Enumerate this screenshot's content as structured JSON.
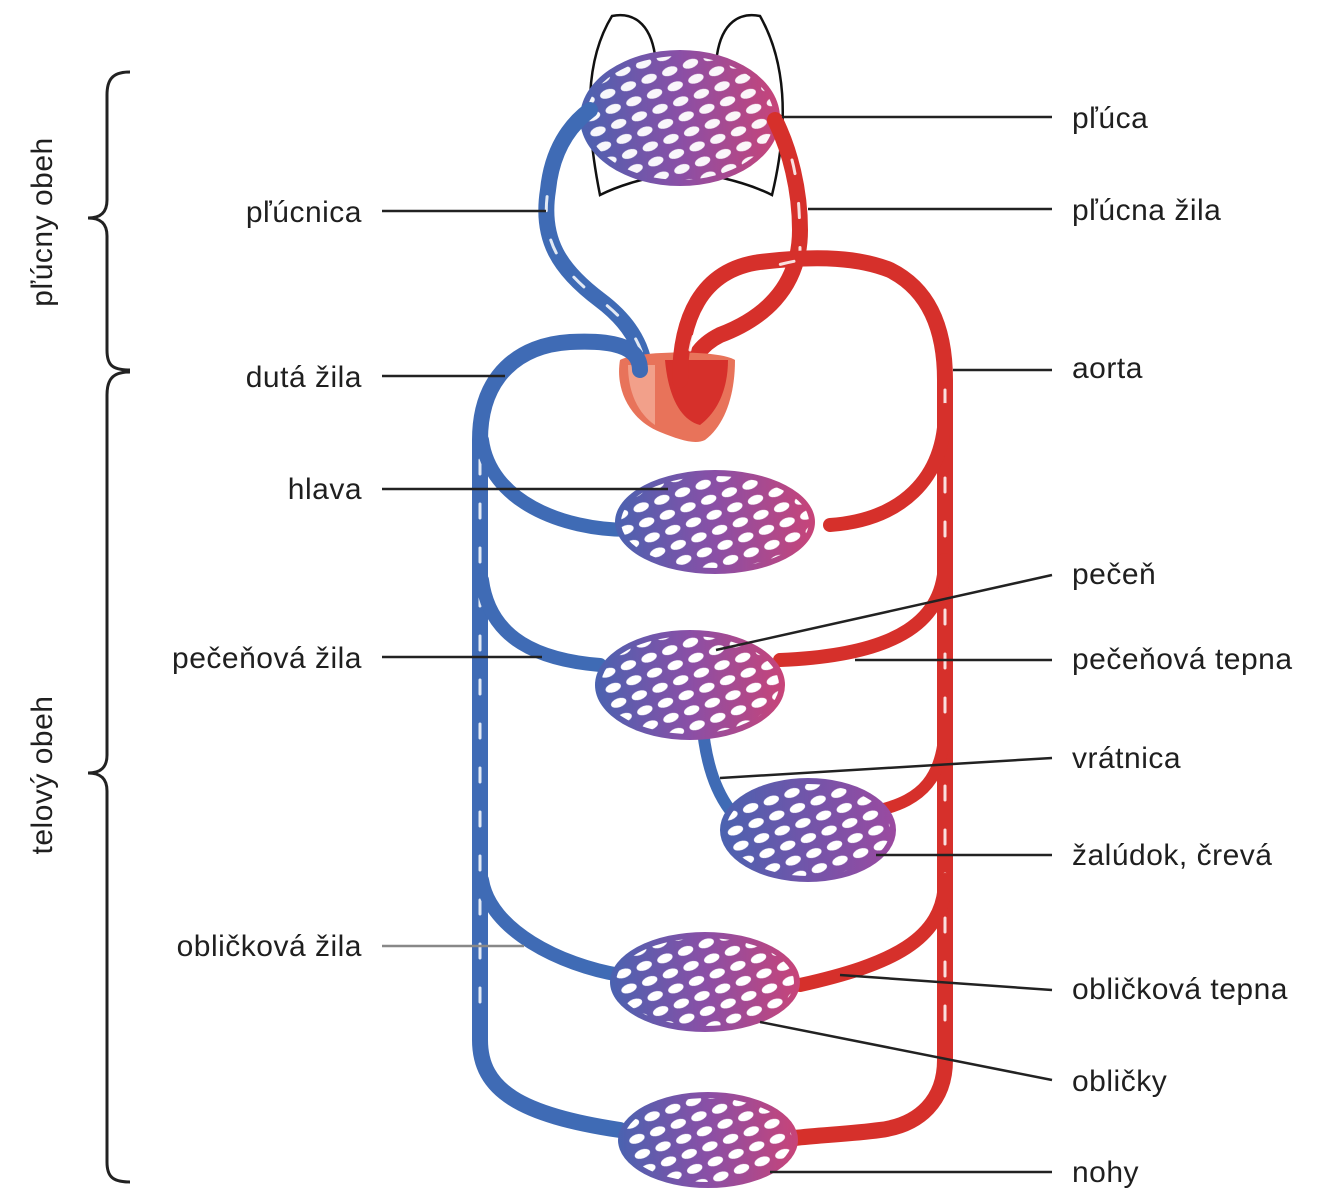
{
  "groups": {
    "pulmonary": "pľúcny obeh",
    "systemic": "telový obeh"
  },
  "labels_left": {
    "pulmonary_artery": "pľúcnica",
    "vena_cava": "dutá žila",
    "head": "hlava",
    "hepatic_vein": "pečeňová žila",
    "renal_vein": "obličková žila"
  },
  "labels_right": {
    "lungs": "pľúca",
    "pulmonary_vein": "pľúcna žila",
    "aorta": "aorta",
    "liver": "pečeň",
    "hepatic_artery": "pečeňová tepna",
    "portal_vein": "vrátnica",
    "stomach_intestines": "žalúdok, črevá",
    "renal_artery": "obličková tepna",
    "kidneys": "obličky",
    "legs": "nohy"
  },
  "colors": {
    "vein": "#3f6bb5",
    "artery": "#d6302b",
    "capillary": "#7b4fa0",
    "heart_outer": "#e8735a",
    "lung_outline": "#111111"
  }
}
